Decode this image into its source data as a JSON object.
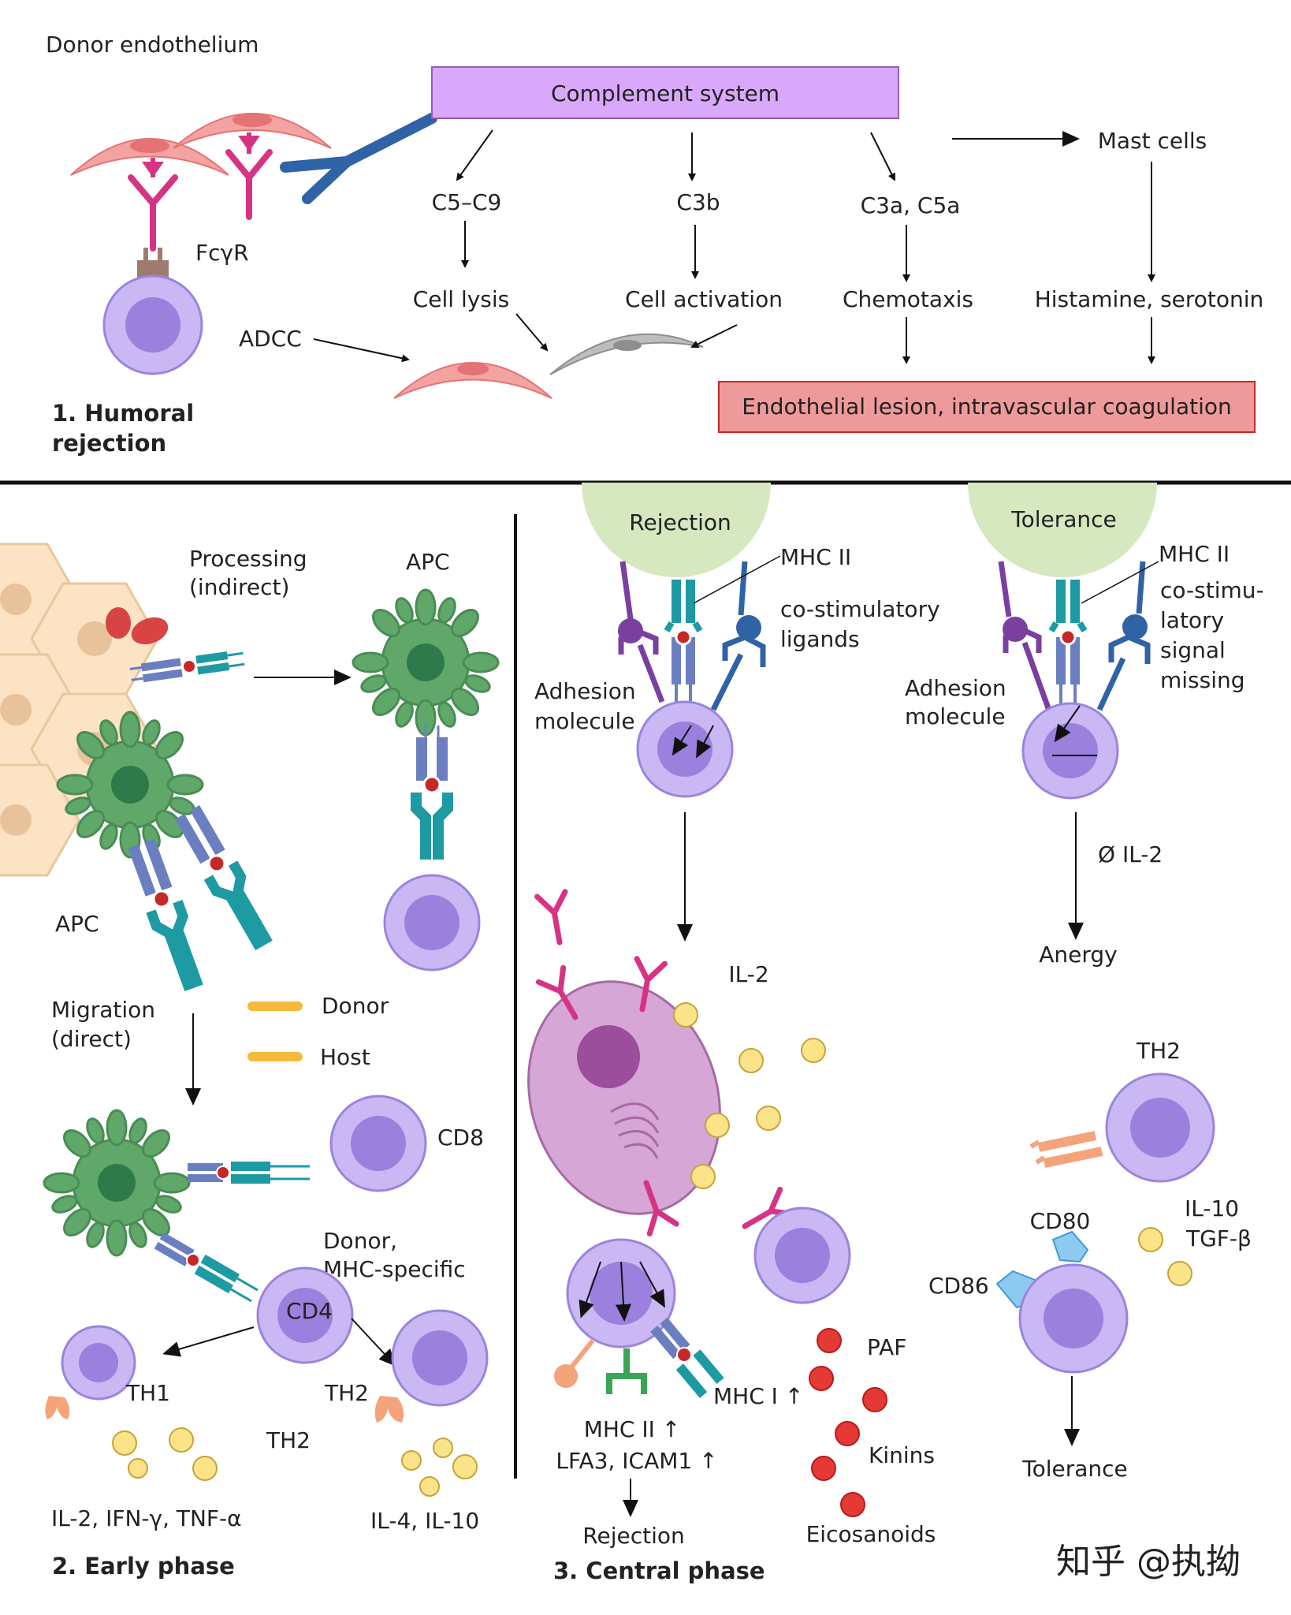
{
  "humoral": {
    "title_line1": "1. Humoral",
    "title_line2": "rejection",
    "donor_endothelium": "Donor endothelium",
    "complement_system": "Complement system",
    "fcyr": "FcγR",
    "adcc": "ADCC",
    "c5c9": "C5–C9",
    "c3b": "C3b",
    "c3a_c5a": "C3a, C5a",
    "mast_cells": "Mast cells",
    "cell_lysis": "Cell lysis",
    "cell_activation": "Cell activation",
    "chemotaxis": "Chemotaxis",
    "histamine": "Histamine, serotonin",
    "endothelial_lesion": "Endothelial lesion, intravascular coagulation"
  },
  "early": {
    "title": "2. Early phase",
    "processing_line1": "Processing",
    "processing_line2": "(indirect)",
    "apc_top": "APC",
    "apc_left": "APC",
    "migration_line1": "Migration",
    "migration_line2": "(direct)",
    "legend_donor": "Donor",
    "legend_host": "Host",
    "cd8": "CD8",
    "donor_mhc_line1": "Donor,",
    "donor_mhc_line2": "MHC-specific",
    "cd4": "CD4",
    "th1": "TH1",
    "th2_right": "TH2",
    "th2_mid": "TH2",
    "cytokines_th1": "IL-2, IFN-γ, TNF-α",
    "cytokines_th2": "IL-4, IL-10"
  },
  "central": {
    "title": "3. Central phase",
    "rejection_circle": "Rejection",
    "tolerance_circle": "Tolerance",
    "mhc2_left": "MHC II",
    "mhc2_right": "MHC II",
    "costim_line1": "co-stimulatory",
    "costim_line2": "ligands",
    "adhesion_left_line1": "Adhesion",
    "adhesion_left_line2": "molecule",
    "adhesion_right_line1": "Adhesion",
    "adhesion_right_line2": "molecule",
    "costim_missing_line1": "co-stimu-",
    "costim_missing_line2": "latory",
    "costim_missing_line3": "signal",
    "costim_missing_line4": "missing",
    "no_il2": "Ø IL-2",
    "anergy": "Anergy",
    "il2": "IL-2",
    "th2": "TH2",
    "cd80": "CD80",
    "cd86": "CD86",
    "il10": "IL-10",
    "tgfb": "TGF-β",
    "tolerance": "Tolerance",
    "paf": "PAF",
    "kinins": "Kinins",
    "eicosanoids": "Eicosanoids",
    "mhc1_up": "MHC I ↑",
    "mhc2_up": "MHC II ↑",
    "lfa3_icam1": "LFA3, ICAM1 ↑",
    "rejection_bottom": "Rejection"
  },
  "watermark": "知乎 @执拗",
  "colors": {
    "complement_box": "#d9a8fb",
    "lesion_box": "#ef9a9a",
    "lymphocyte": "#c9b8f3",
    "lymphocyte_nucleus": "#9b80dd",
    "apc": "#5fa86a",
    "apc_nucleus": "#2f7a4a",
    "endothelium": "#f4a3a3",
    "antibody": "#d63384",
    "donor_legend": "#f6b93b",
    "cytokine_yellow": "#fbe38a",
    "mediator_red": "#e53935",
    "receptor_blue": "#6b7fc0",
    "receptor_teal": "#1e9aa3",
    "circle_green": "#d5e8bf"
  }
}
